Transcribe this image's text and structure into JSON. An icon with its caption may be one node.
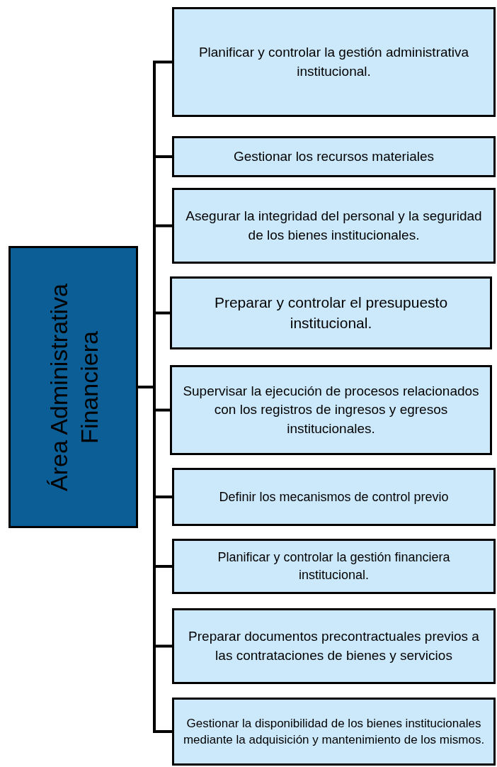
{
  "diagram": {
    "nodes": [
      {
        "text": [
          "Área Administrativa Financiera"
        ]
      },
      {
        "text": [
          "Planificar y controlar la gestión administrativa institucional."
        ]
      },
      {
        "text": [
          "Gestionar los recursos materiales"
        ]
      },
      {
        "text": [
          "Asegurar la integridad del personal y la seguridad de los bienes institucionales."
        ]
      },
      {
        "text": [
          "Preparar y controlar el presupuesto institucional."
        ]
      },
      {
        "text": [
          "Supervisar la ejecución de procesos relacionados con los registros de ingresos y egresos institucionales."
        ]
      },
      {
        "text": [
          "Definir los mecanismos de control previo"
        ]
      },
      {
        "text": [
          "Planificar y controlar la gestión financiera institucional."
        ]
      },
      {
        "text": [
          "Preparar documentos precontractuales previos a las contrataciones de bienes y servicios"
        ]
      },
      {
        "text": [
          "Gestionar la disponibilidad de los bienes institucionales mediante la adquisición y mantenimiento de los mismos."
        ]
      }
    ],
    "edges": [
      {
        "from": 0,
        "to": 1,
        "arrow": "none"
      },
      {
        "from": 0,
        "to": 2,
        "arrow": "none"
      },
      {
        "from": 0,
        "to": 3,
        "arrow": "none"
      },
      {
        "from": 0,
        "to": 4,
        "arrow": "none"
      },
      {
        "from": 0,
        "to": 5,
        "arrow": "none"
      },
      {
        "from": 0,
        "to": 6,
        "arrow": "none"
      },
      {
        "from": 0,
        "to": 7,
        "arrow": "none"
      },
      {
        "from": 0,
        "to": 8,
        "arrow": "none"
      },
      {
        "from": 0,
        "to": 9,
        "arrow": "none"
      }
    ]
  }
}
